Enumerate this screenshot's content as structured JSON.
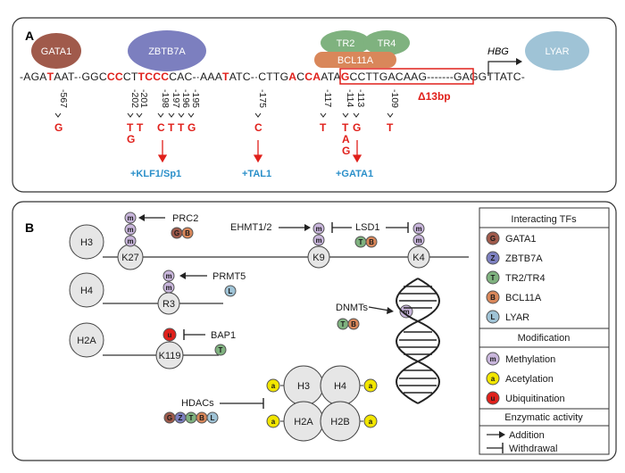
{
  "panelA": {
    "label": "A",
    "tfs": {
      "gata1": "GATA1",
      "zbtb7a": "ZBTB7A",
      "tr2": "TR2",
      "tr4": "TR4",
      "bcl11a": "BCL11A",
      "lyar": "LYAR"
    },
    "hbg": "HBG",
    "seq": {
      "s1": "-AGA",
      "s1r": "T",
      "s2": "AAT-·GGC",
      "s3r": "CC",
      "s4": "CT",
      "s5r": "TCCC",
      "s6": "CAC-·AAA",
      "s7r": "T",
      "s8": "ATC-·CTTG",
      "s9r": "A",
      "s10": "C",
      "s11r": "CA",
      "s12": "ATA",
      "s13r": "G",
      "s14": "CCTTGAC",
      "s15": "AAG-------GAGGTTATC-"
    },
    "deletion": "Δ13bp",
    "mutations": {
      "m567": "-567",
      "m202": "-202",
      "m201": "-201",
      "m198": "-198",
      "m197": "-197",
      "m196": "-196",
      "m195": "-195",
      "m175": "-175",
      "m117": "-117",
      "m114": "-114",
      "m113": "-113",
      "m109": "-109"
    },
    "alts": {
      "a567": "G",
      "a202a": "T",
      "a202b": "G",
      "a201": "T",
      "a198": "C",
      "a197": "T",
      "a196": "T",
      "a195": "G",
      "a175": "C",
      "a117": "T",
      "a114a": "T",
      "a114b": "A",
      "a114c": "G",
      "a113": "G",
      "a109": "T"
    },
    "effects": {
      "klf1": "+KLF1/Sp1",
      "tal1": "+TAL1",
      "gata1": "+GATA1"
    }
  },
  "panelB": {
    "label": "B",
    "histones": {
      "h3": "H3",
      "k27": "K27",
      "h4": "H4",
      "r3": "R3",
      "h2a": "H2A",
      "k119": "K119",
      "k9": "K9",
      "k4": "K4",
      "core_h3": "H3",
      "core_h4": "H4",
      "core_h2a": "H2A",
      "core_h2b": "H2B"
    },
    "enzymes": {
      "prc2": "PRC2",
      "prmt5": "PRMT5",
      "bap1": "BAP1",
      "ehmt": "EHMT1/2",
      "lsd1": "LSD1",
      "dnmts": "DNMTs",
      "hdacs": "HDACs"
    },
    "marks": {
      "m": "m",
      "a": "a",
      "u": "u"
    },
    "tf_letters": {
      "g": "G",
      "z": "Z",
      "t": "T",
      "b": "B",
      "l": "L"
    },
    "legend": {
      "interacting_title": "Interacting TFs",
      "tfs": [
        "GATA1",
        "ZBTB7A",
        "TR2/TR4",
        "BCL11A",
        "LYAR"
      ],
      "modification_title": "Modification",
      "mods": [
        "Methylation",
        "Acetylation",
        "Ubiquitination"
      ],
      "activity_title": "Enzymatic activity",
      "acts": [
        "Addition",
        "Withdrawal"
      ]
    },
    "colors": {
      "gata1": "#a05a4b",
      "zbtb7a": "#7c7fbf",
      "tr": "#7fb27f",
      "bcl11a": "#d9875a",
      "lyar": "#9fc3d6",
      "methyl": "#c9b6dc",
      "acetyl": "#f2e600",
      "ubiq": "#e0201b",
      "highlight": "#e0201b"
    }
  }
}
